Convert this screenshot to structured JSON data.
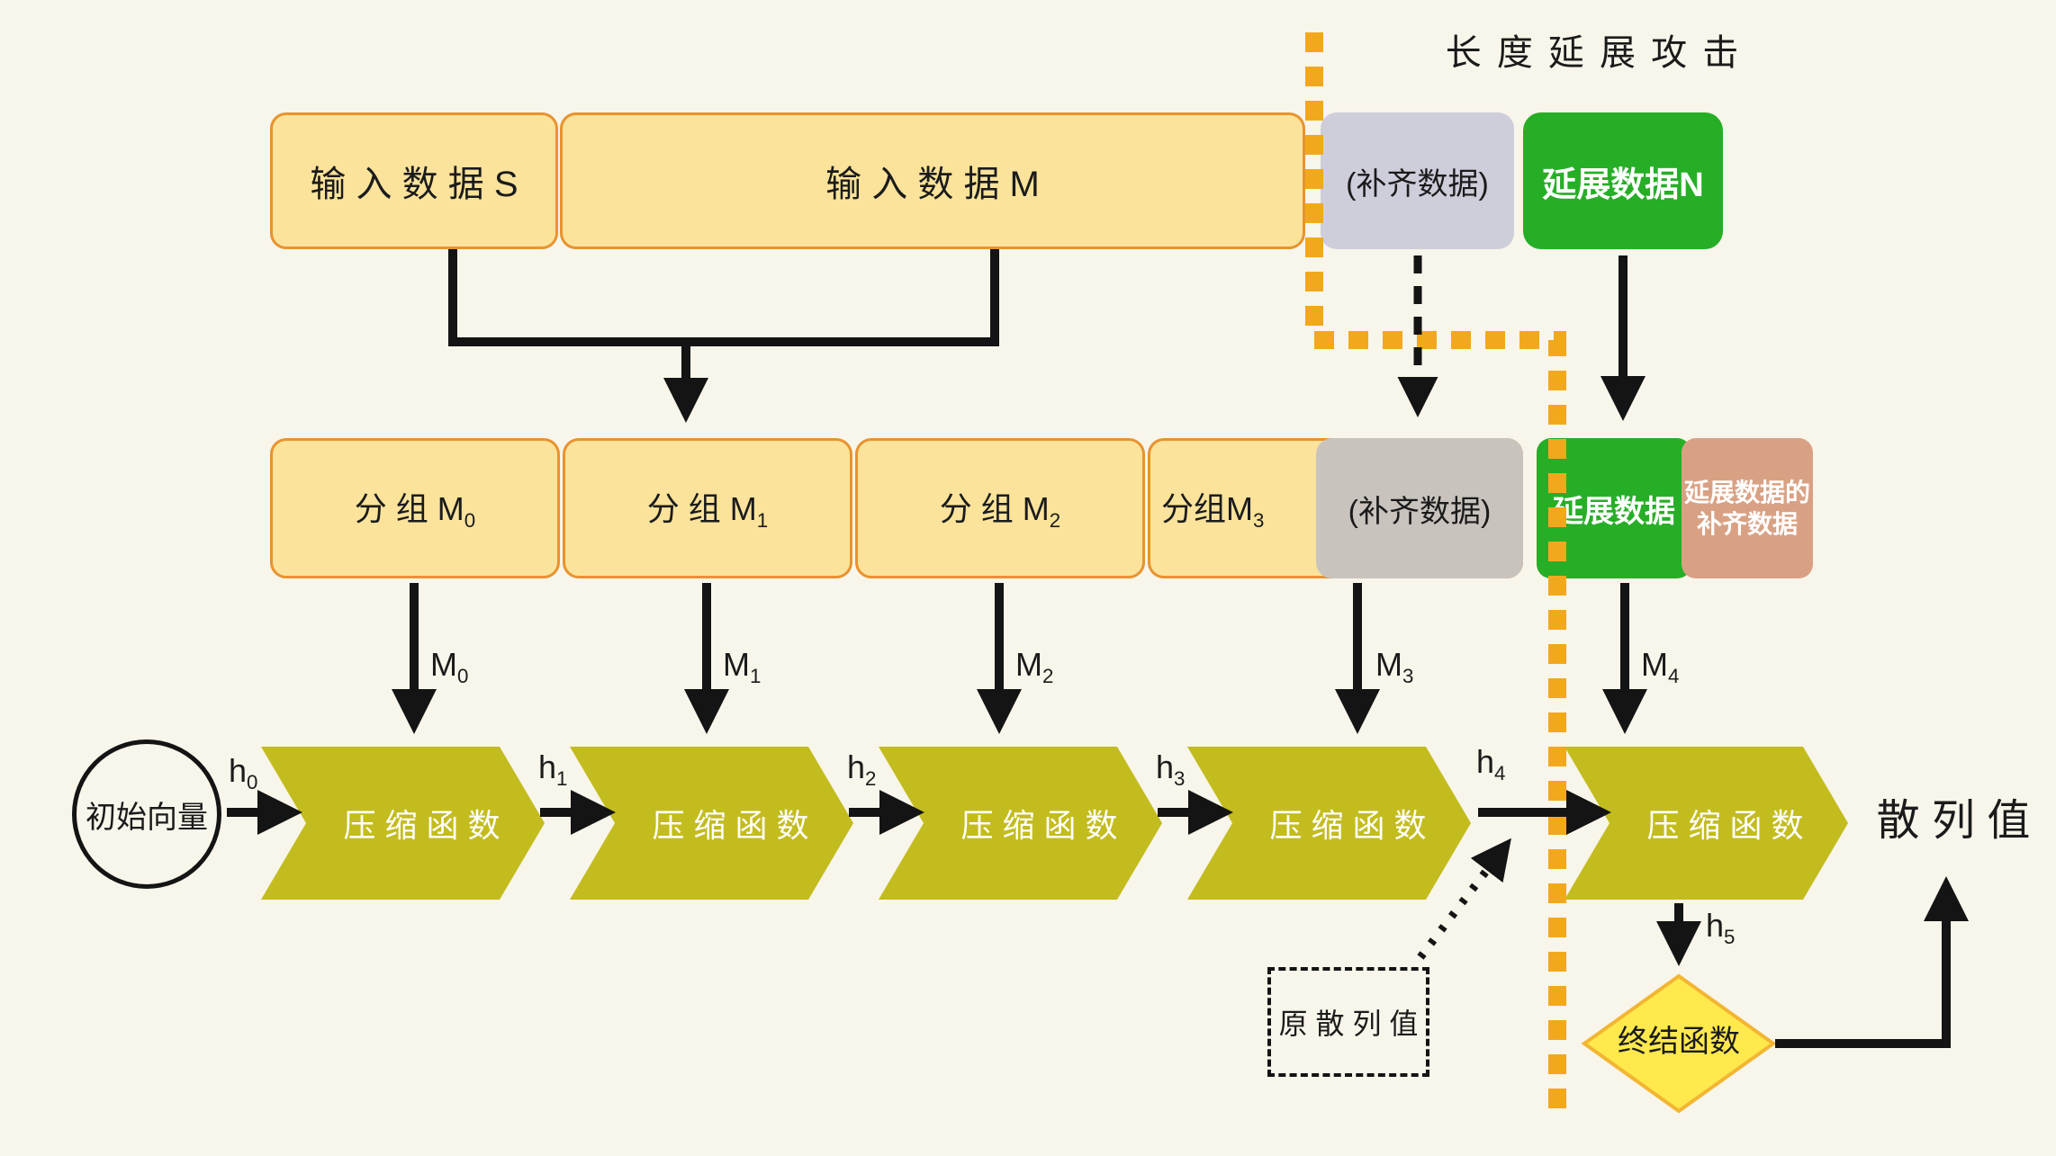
{
  "title": "长 度 延 展 攻 击",
  "top_row": {
    "input_s": "输 入 数 据 S",
    "input_m": "输 入 数 据 M",
    "padding": "(补齐数据)",
    "extension_n": "延展数据N"
  },
  "block_row": {
    "groups": [
      {
        "base": "分 组 M",
        "sub": "0"
      },
      {
        "base": "分 组 M",
        "sub": "1"
      },
      {
        "base": "分 组 M",
        "sub": "2"
      },
      {
        "base": "分组M",
        "sub": "3"
      }
    ],
    "padding": "(补齐数据)",
    "extension": "延展数据",
    "extension_padding_line1": "延展数据的",
    "extension_padding_line2": "补齐数据"
  },
  "chain": {
    "initial_vector": "初始向量",
    "compression": [
      "压 缩 函 数",
      "压 缩 函 数",
      "压 缩 函 数",
      "压 缩 函 数",
      "压 缩 函 数"
    ],
    "h_labels": [
      {
        "base": "h",
        "sub": "0"
      },
      {
        "base": "h",
        "sub": "1"
      },
      {
        "base": "h",
        "sub": "2"
      },
      {
        "base": "h",
        "sub": "3"
      },
      {
        "base": "h",
        "sub": "4"
      },
      {
        "base": "h",
        "sub": "5"
      }
    ],
    "m_labels": [
      {
        "base": "M",
        "sub": "0"
      },
      {
        "base": "M",
        "sub": "1"
      },
      {
        "base": "M",
        "sub": "2"
      },
      {
        "base": "M",
        "sub": "3"
      },
      {
        "base": "M",
        "sub": "4"
      }
    ]
  },
  "bottom": {
    "original_hash": "原 散 列 值",
    "final_function": "终结函数",
    "output": "散 列 值"
  },
  "colors": {
    "background": "#f8f5ea",
    "block_yellow": "#fbe39b",
    "block_border_orange": "#e8932f",
    "padding_gray_top": "#cecdda",
    "padding_gray_row": "#c9c3be",
    "extension_green": "#27ae27",
    "extension_padding_tan": "#d9a184",
    "compression_olive": "#c3bc1e",
    "final_diamond_yellow": "#ffe94d",
    "final_diamond_border": "#f2b632",
    "attack_boundary_orange": "#f2a81d",
    "line_black": "#141414"
  }
}
